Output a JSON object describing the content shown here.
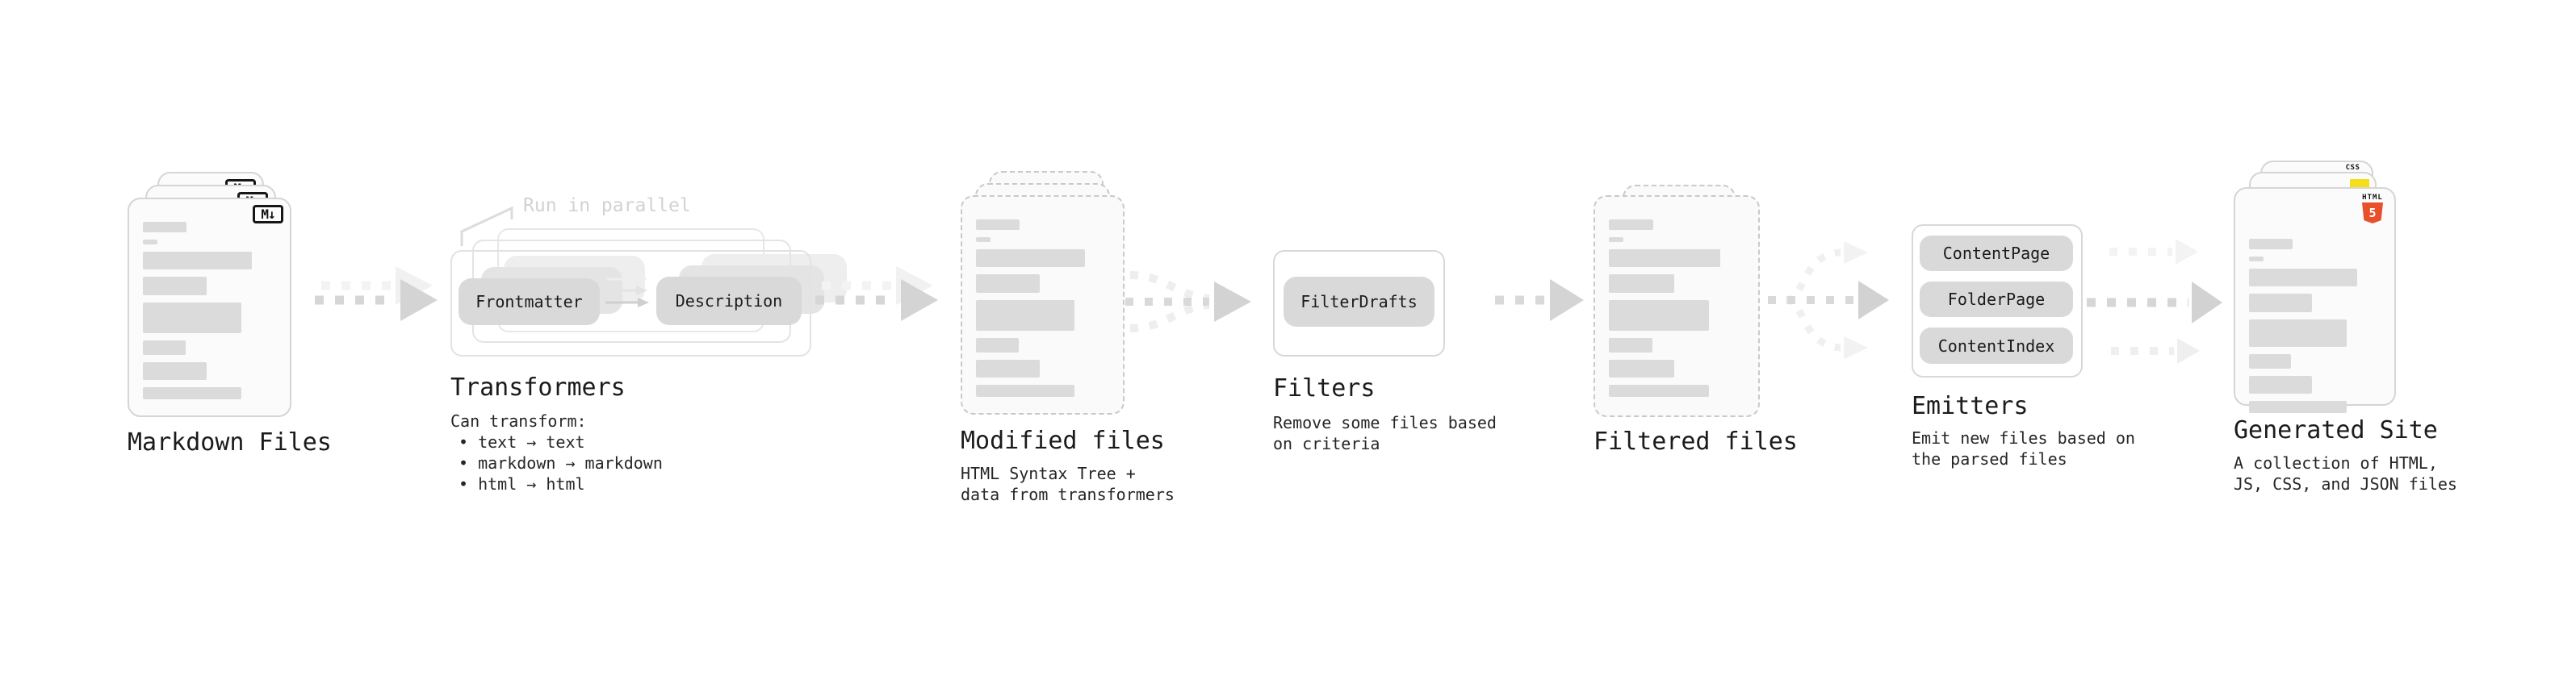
{
  "stages": {
    "markdown_files": {
      "label": "Markdown Files"
    },
    "transformers": {
      "label": "Transformers",
      "annotation": "Run in parallel",
      "pills": [
        "Frontmatter",
        "Description"
      ],
      "desc_title": "Can transform:",
      "bullets": [
        "• text → text",
        "• markdown → markdown",
        "• html → html"
      ]
    },
    "modified_files": {
      "label": "Modified files",
      "desc_lines": [
        "HTML Syntax Tree +",
        "data from transformers"
      ]
    },
    "filters": {
      "label": "Filters",
      "pills": [
        "FilterDrafts"
      ],
      "desc_lines": [
        "Remove some files based",
        "on criteria"
      ]
    },
    "filtered_files": {
      "label": "Filtered files"
    },
    "emitters": {
      "label": "Emitters",
      "pills": [
        "ContentPage",
        "FolderPage",
        "ContentIndex"
      ],
      "desc_lines": [
        "Emit new files based on",
        "the parsed files"
      ]
    },
    "generated_site": {
      "label": "Generated Site",
      "desc_lines": [
        "A collection of HTML,",
        "JS, CSS, and JSON files"
      ]
    }
  },
  "icons": {
    "markdown_badge": "M↓",
    "html5_badge": {
      "word": "HTML",
      "number": "5"
    },
    "css_badge": "CSS"
  },
  "colors": {
    "html5_orange": "#e8502c",
    "js_yellow": "#f6df1a",
    "css_blue": "#2965f1",
    "pill_gray": "#d9d9d9",
    "ghost_pill_gray": "#e4e4e4",
    "arrow_gray": "#d5d5d5",
    "card_border": "#d5d5d5",
    "dashed_border": "#c9c9c9",
    "text_dark": "#1b1b1b",
    "annotation_gray": "#d2d2d2"
  }
}
